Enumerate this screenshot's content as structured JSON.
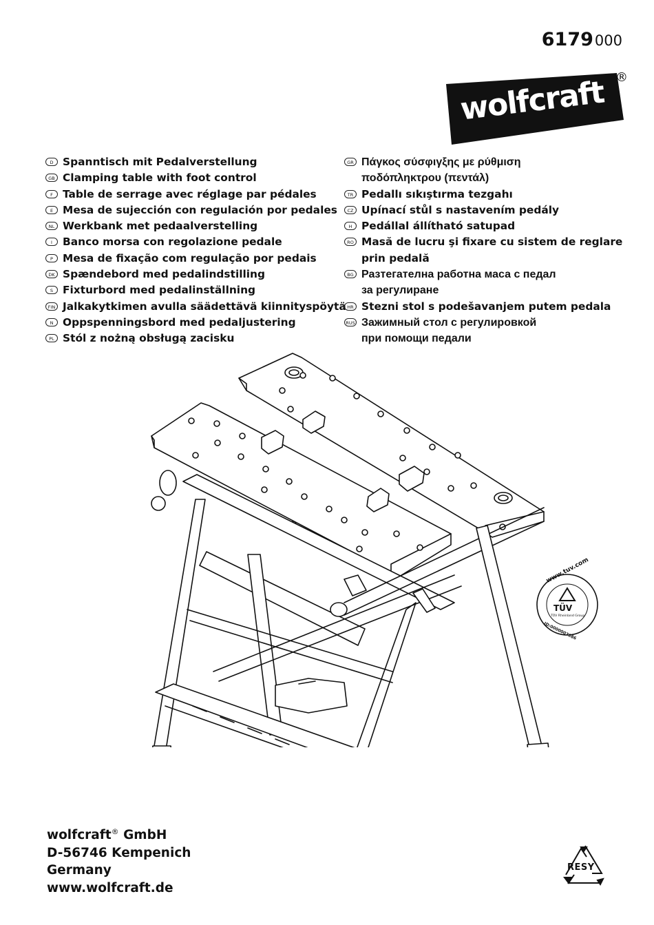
{
  "header": {
    "model_number_main": "6179",
    "model_number_suffix": "000",
    "brand": "wolfcraft",
    "brand_registered": "®"
  },
  "languages_left": [
    {
      "code": "D",
      "lines": [
        "Spanntisch mit Pedalverstellung"
      ]
    },
    {
      "code": "GB",
      "lines": [
        "Clamping table with foot control"
      ]
    },
    {
      "code": "F",
      "lines": [
        "Table de serrage avec réglage par pédales"
      ]
    },
    {
      "code": "E",
      "lines": [
        "Mesa de sujección con regulación por pedales"
      ]
    },
    {
      "code": "NL",
      "lines": [
        "Werkbank met pedaalverstelling"
      ]
    },
    {
      "code": "I",
      "lines": [
        "Banco morsa con regolazione pedale"
      ]
    },
    {
      "code": "P",
      "lines": [
        "Mesa de fixação com regulação por pedais"
      ]
    },
    {
      "code": "DK",
      "lines": [
        "Spændebord med pedalindstilling"
      ]
    },
    {
      "code": "S",
      "lines": [
        "Fixturbord med pedalinställning"
      ]
    },
    {
      "code": "FIN",
      "lines": [
        "Jalkakytkimen avulla säädettävä kiinnityspöytä"
      ]
    },
    {
      "code": "N",
      "lines": [
        "Oppspenningsbord med pedaljustering"
      ]
    },
    {
      "code": "PL",
      "lines": [
        "Stól z nożną obsługą zacisku"
      ]
    }
  ],
  "languages_right": [
    {
      "code": "GR",
      "lines": [
        "Πάγκος σύσφιγξης με ρύθμιση",
        "ποδόπληκτρου (πεντάλ)"
      ]
    },
    {
      "code": "TR",
      "lines": [
        "Pedallı sıkıştırma tezgahı"
      ]
    },
    {
      "code": "CZ",
      "lines": [
        "Upínací stůl s nastavením pedály"
      ]
    },
    {
      "code": "H",
      "lines": [
        "Pedállal állítható satupad"
      ]
    },
    {
      "code": "RO",
      "lines": [
        "Masă de lucru şi fixare cu sistem de reglare",
        "prin pedală"
      ]
    },
    {
      "code": "BG",
      "lines": [
        "Разтегателна работна маса с педал",
        "за регулиране"
      ]
    },
    {
      "code": "HR",
      "lines": [
        "Stezni stol  s podešavanjem putem pedala"
      ]
    },
    {
      "code": "RUS",
      "lines": [
        "Зажимный стол с регулировкой",
        "при помощи педали"
      ]
    }
  ],
  "certification": {
    "url": "www.tuv.com",
    "brand": "TÜV",
    "group": "TÜV Rheinland Group",
    "id": "ID:0000007386"
  },
  "address": {
    "company": "wolfcraft",
    "company_reg": "®",
    "company_suffix": "GmbH",
    "city": "D-56746 Kempenich",
    "country": "Germany",
    "website": "www.wolfcraft.de"
  },
  "recycling": {
    "label": "RESY"
  }
}
